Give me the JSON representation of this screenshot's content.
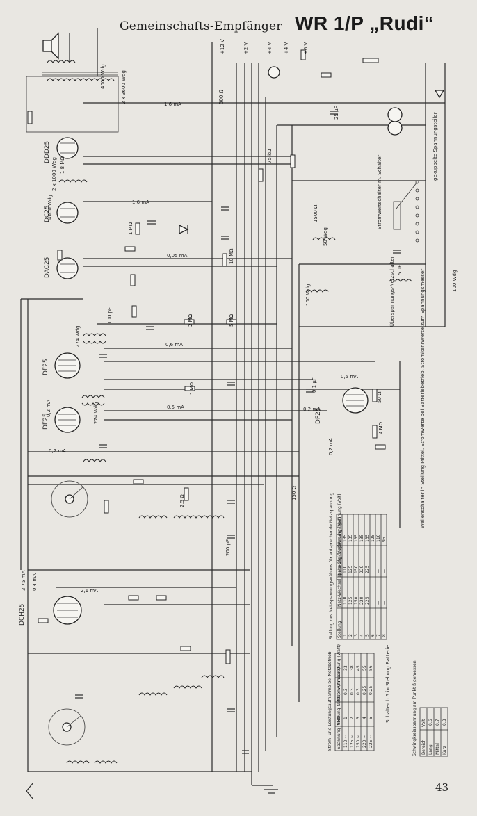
{
  "header": {
    "title_left": "Gemeinschafts-Empfänger",
    "title_right": "WR 1/P „Rudi“"
  },
  "page_number": "43",
  "tubes": [
    "DDD25",
    "DC25",
    "DAC25",
    "DF25",
    "DF25",
    "DCH25",
    "DF25"
  ],
  "currents": [
    "1,6 mA",
    "1,6 mA",
    "0,05 mA",
    "0,6 mA",
    "0,5 mA",
    "0,2 mA",
    "0,2 mA",
    "3,75 mA",
    "0,4 mA",
    "2,1 mA",
    "0,2 mA",
    "0,2 mA",
    "0,5 mA"
  ],
  "voltages": [
    "+12 V",
    "+2 V",
    "+4 V",
    "+6 V",
    "+4 V"
  ],
  "component_labels": [
    "4000 Wdg",
    "2 x 3600 Wdg",
    "2 x 1000 Wdg",
    "1,8 MΩ",
    "4000 Wdg",
    "100 Wdg",
    "100 Wdg",
    "10 MΩ",
    "50 Wdg",
    "5 µF",
    "25 µF",
    "100 pF",
    "500 Ω",
    "75 kΩ",
    "1 MΩ",
    "5 MΩ",
    "0,1 µF",
    "2 MΩ",
    "1 MΩ",
    "1500 Ω",
    "150 Ω",
    "200 pF",
    "274 Wdg",
    "274 Wdg",
    "50 Ω",
    "4 MΩ",
    "2,5 Ω"
  ],
  "notes": {
    "netz_switch": "Wellenschalter in Stellung Mittel. Stromwerte bei Batteriebetrieb. Stromkennwerte zum Spannungsmesser",
    "overload": "Überspannungs-Netzschalter",
    "power": "gekuppelte Spannungsteiler",
    "coupling": "Stromwertschalter m. Schalter",
    "batt_note": "Schalter b 5 in Stellung Batterie"
  },
  "table1": {
    "title": "Stellung des Netzspannungswählers für entsprechende Netzspannung",
    "headers": [
      "Stellung",
      "Netz-Wechsel spannung (Volt)",
      "Netz-Gleich spannung (Volt)",
      "Anoden-spannung (Volt)"
    ],
    "rows": [
      [
        "1",
        "110",
        "110",
        "135"
      ],
      [
        "2",
        "125",
        "125",
        "135"
      ],
      [
        "3",
        "150",
        "150",
        "135"
      ],
      [
        "4",
        "220",
        "220",
        "135"
      ],
      [
        "5",
        "225",
        "225",
        "135"
      ],
      [
        "6",
        "—",
        "—",
        "125"
      ],
      [
        "7",
        "—",
        "—",
        "110"
      ],
      [
        "8",
        "—",
        "—",
        "95"
      ]
    ]
  },
  "table2": {
    "title": "Strom- und Leistungsaufnahme bei Netzbetrieb",
    "headers": [
      "Spannung (Volt)",
      "Stellung Netzsp.-wähler",
      "Strom (Ampere)",
      "Leistung (Watt)"
    ],
    "rows": [
      [
        "110 ~",
        "1",
        "0,3",
        "33"
      ],
      [
        "125 ~",
        "2",
        "0,3",
        "38"
      ],
      [
        "150 ~",
        "3",
        "0,3",
        "45"
      ],
      [
        "220 ~",
        "4",
        "0,25",
        "55"
      ],
      [
        "225 ~",
        "5",
        "0,25",
        "56"
      ]
    ]
  },
  "table3": {
    "title": "Schwingkreisspannung am Punkt ß gemessen",
    "headers": [
      "Bereich",
      "Volt"
    ],
    "rows": [
      [
        "Lang",
        "0,6"
      ],
      [
        "Mittel",
        "0,7"
      ],
      [
        "Kurz",
        "0,8"
      ]
    ]
  }
}
